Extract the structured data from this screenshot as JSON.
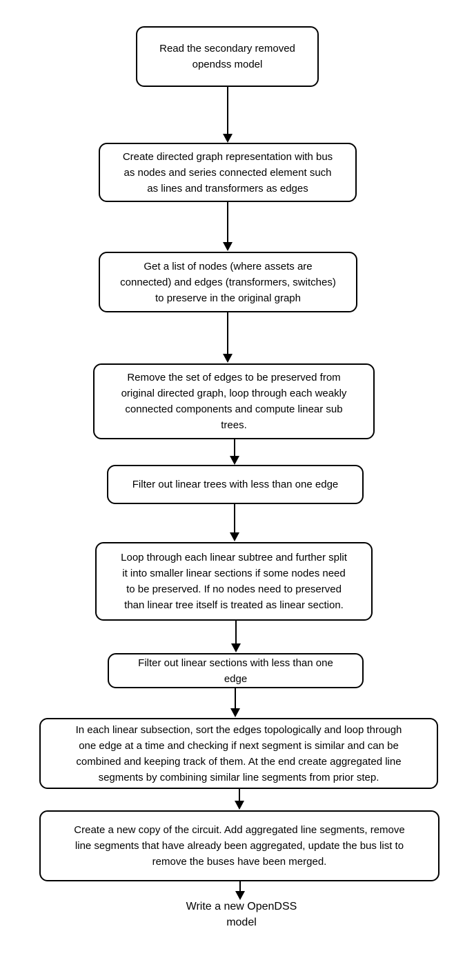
{
  "flowchart": {
    "steps": [
      {
        "text": "Read the secondary removed\nopendss model"
      },
      {
        "text": "Create directed graph representation with bus\nas nodes and series connected element such\nas lines and transformers as edges"
      },
      {
        "text": "Get a list of nodes (where assets are\nconnected) and edges (transformers, switches)\nto preserve in the original graph"
      },
      {
        "text": "Remove the set of edges to be preserved from\noriginal directed graph, loop through each weakly\nconnected components and compute linear sub\ntrees."
      },
      {
        "text": "Filter out linear trees with less than one edge"
      },
      {
        "text": "Loop through each linear subtree and further split\nit into smaller linear sections if some nodes need\nto be preserved. If no nodes need to preserved\nthan linear tree itself is treated as linear section."
      },
      {
        "text": "Filter out linear sections with less than one\nedge"
      },
      {
        "text": "In each linear subsection, sort the edges topologically and loop through\none edge at a time and checking if next segment is similar and can be\ncombined and keeping track of them. At the end create aggregated line\nsegments by combining similar line segments from prior step."
      },
      {
        "text": "Create a new copy of the circuit. Add aggregated line segments, remove\nline segments that have already been aggregated, update the bus list to\nremove the buses have been merged."
      }
    ],
    "end_label": "Write a new OpenDSS\nmodel",
    "connections": [
      {
        "from": 1,
        "to": 2
      },
      {
        "from": 2,
        "to": 3
      },
      {
        "from": 3,
        "to": 4
      },
      {
        "from": 4,
        "to": 5
      },
      {
        "from": 5,
        "to": 6
      },
      {
        "from": 6,
        "to": 7
      },
      {
        "from": 7,
        "to": 8
      },
      {
        "from": 8,
        "to": 9
      },
      {
        "from": 9,
        "to": "end_label"
      }
    ]
  },
  "colors": {
    "background": "#ffffff",
    "box_fill": "#ffffff",
    "box_border": "#000000",
    "text": "#000000",
    "arrow": "#000000"
  }
}
